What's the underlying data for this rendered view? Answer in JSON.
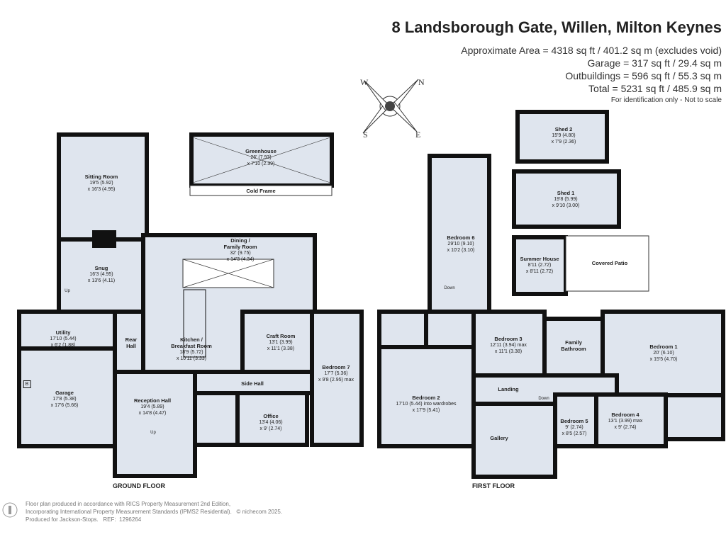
{
  "title": "8 Landsborough Gate, Willen, Milton Keynes",
  "areas": [
    "Approximate Area = 4318 sq ft / 401.2 sq m (excludes void)",
    "Garage = 317 sq ft / 29.4 sq m",
    "Outbuildings = 596 sq ft / 55.3 sq m",
    "Total = 5231 sq ft / 485.9 sq m"
  ],
  "note": "For identification only - Not to scale",
  "compass": {
    "n": "N",
    "s": "S",
    "e": "E",
    "w": "W"
  },
  "floors": {
    "ground": "GROUND FLOOR",
    "first": "FIRST FLOOR"
  },
  "rooms": {
    "sitting": {
      "name": "Sitting Room",
      "d1": "19'5 (5.92)",
      "d2": "x 16'3 (4.95)"
    },
    "snug": {
      "name": "Snug",
      "d1": "16'3 (4.95)",
      "d2": "x 13'6 (4.11)"
    },
    "greenhouse": {
      "name": "Greenhouse",
      "d1": "26' (7.93)",
      "d2": "x 7'10 (2.39)"
    },
    "coldframe": {
      "name": "Cold Frame"
    },
    "dining": {
      "name": "Dining /",
      "name2": "Family Room",
      "d1": "32' (9.75)",
      "d2": "x 14'3 (4.34)"
    },
    "utility": {
      "name": "Utility",
      "d1": "17'10 (5.44)",
      "d2": "x 6'2 (1.88)"
    },
    "rearhall": {
      "name": "Rear",
      "name2": "Hall"
    },
    "kitchen": {
      "name": "Kitchen /",
      "name2": "Breakfast Room",
      "d1": "18'9 (5.72)",
      "d2": "x 10'11 (3.33)"
    },
    "craft": {
      "name": "Craft Room",
      "d1": "13'1 (3.99)",
      "d2": "x 11'1 (3.38)"
    },
    "bed7": {
      "name": "Bedroom 7",
      "d1": "17'7 (5.36)",
      "d2": "x 9'8 (2.95) max"
    },
    "garage": {
      "name": "Garage",
      "d1": "17'8 (5.38)",
      "d2": "x 17'6 (5.66)",
      "boiler": "B"
    },
    "reception": {
      "name": "Reception Hall",
      "d1": "19'4 (5.89)",
      "d2": "x 14'8 (4.47)",
      "stairs": "Up"
    },
    "sidehall": {
      "name": "Side Hall"
    },
    "office": {
      "name": "Office",
      "d1": "13'4 (4.06)",
      "d2": "x 9' (2.74)"
    },
    "snugstairs": "Up",
    "shed2": {
      "name": "Shed 2",
      "d1": "15'9 (4.80)",
      "d2": "x 7'9 (2.36)"
    },
    "shed1": {
      "name": "Shed 1",
      "d1": "19'8 (5.99)",
      "d2": "x 9'10 (3.00)"
    },
    "summer": {
      "name": "Summer House",
      "d1": "8'11 (2.72)",
      "d2": "x 8'11 (2.72)"
    },
    "patio": {
      "name": "Covered Patio"
    },
    "bed6": {
      "name": "Bedroom 6",
      "d1": "29'10 (9.10)",
      "d2": "x 10'2 (3.10)",
      "stairs": "Down"
    },
    "bed3": {
      "name": "Bedroom 3",
      "d1": "12'11 (3.94) max",
      "d2": "x 11'1 (3.38)"
    },
    "familybath": {
      "name": "Family",
      "name2": "Bathroom"
    },
    "bed1": {
      "name": "Bedroom 1",
      "d1": "20' (6.10)",
      "d2": "x 15'5 (4.70)"
    },
    "bed2": {
      "name": "Bedroom 2",
      "d1": "17'10 (5.44) into wardrobes",
      "d2": "x 17'9 (5.41)"
    },
    "landing": {
      "name": "Landing",
      "stairs": "Down"
    },
    "gallery": {
      "name": "Gallery"
    },
    "bed5": {
      "name": "Bedroom 5",
      "d1": "9' (2.74)",
      "d2": "x 8'5 (2.57)"
    },
    "bed4": {
      "name": "Bedroom 4",
      "d1": "13'1 (3.99) max",
      "d2": "x 9' (2.74)"
    }
  },
  "footer": [
    "Floor plan produced in accordance with RICS Property Measurement 2nd Edition,",
    "Incorporating International Property Measurement Standards (IPMS2 Residential).   © nichecom 2025.",
    "Produced for Jackson-Stops.   REF:  1296264"
  ]
}
